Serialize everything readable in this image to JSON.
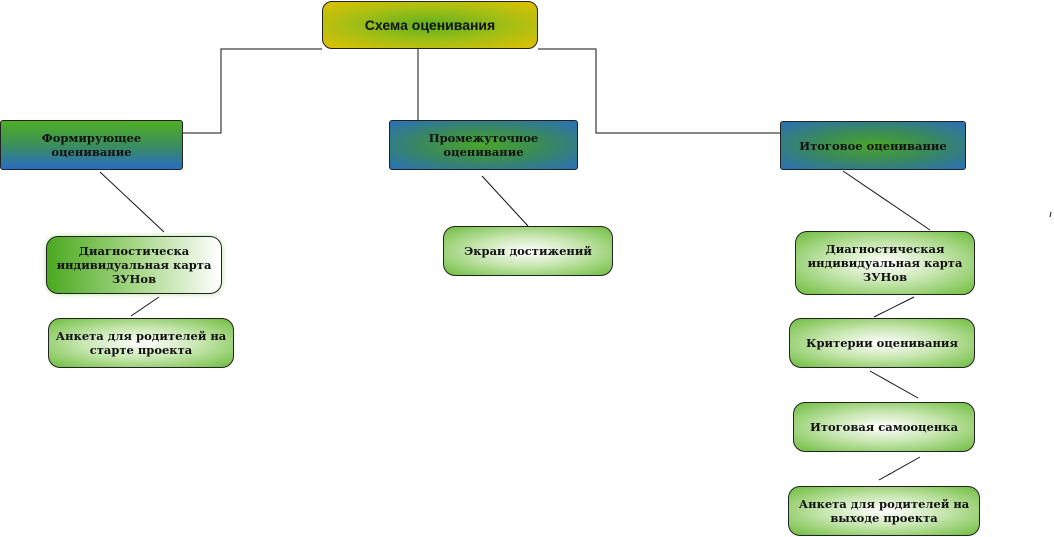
{
  "root": "Схема оценивания",
  "branches": [
    {
      "title": "Формирующее оценивание",
      "children": [
        "Диагностическа индивидуальная карта ЗУНов",
        "Анкета для родителей на старте проекта"
      ]
    },
    {
      "title": "Промежуточное оценивание",
      "children": [
        "Экран достижений"
      ]
    },
    {
      "title": "Итоговое оценивание",
      "children": [
        "Диагностическая индивидуальная карта ЗУНов",
        "Критерии оценивания",
        "Итоговая самооценка",
        "Анкета для родителей на выходе  проекта"
      ]
    }
  ]
}
